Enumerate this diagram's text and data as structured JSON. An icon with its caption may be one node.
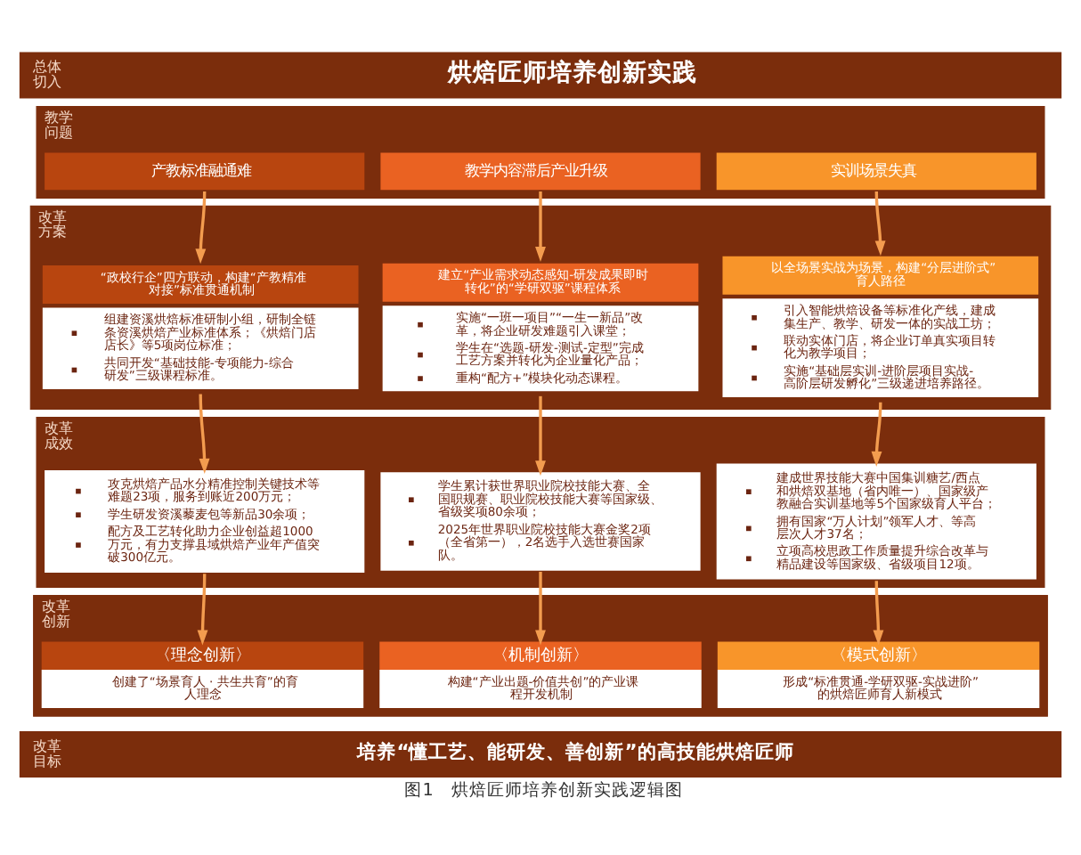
{
  "diagram": {
    "caption": "图1　烘焙匠师培养创新实践逻辑图",
    "nodes": [
      {
        "text": [
          "总体切入",
          "烘焙匠师培养创新实践"
        ]
      },
      {
        "text": [
          "教学问题"
        ]
      },
      {
        "text": [
          "产教标准融通难"
        ],
        "in": 1
      },
      {
        "text": [
          "教学内容滞后产业升级"
        ],
        "in": 1
      },
      {
        "text": [
          "实训场景失真"
        ],
        "in": 1
      },
      {
        "text": [
          "改革方案"
        ]
      },
      {
        "text": [
          "“政校行企”四方联动，构建“产教精准对接”标准贯通机制",
          "组建资溪烘焙标准研制小组，研制全链条资溪烘焙产业标准体系；《烘焙门店店长》等5项岗位标准；",
          "共同开发“基础技能-专项能力-综合研发”三级课程标准。"
        ],
        "in": 5
      },
      {
        "text": [
          "建立“产业需求动态感知-研发成果即时转化”的“学研双驱”课程体系",
          "实施“一班一项目”“一生一新品”改革，将企业研发难题引入课堂；",
          "学生在“选题-研发-测试-定型”完成工艺方案并转化为企业量化产品；",
          "重构“配方+”模块化动态课程。"
        ],
        "in": 5
      },
      {
        "text": [
          "以全场景实战为场景，构建“分层进阶式”育人路径",
          "引入智能烘焙设备等标准化产线，建成集生产、教学、研发一体的实战工坊；",
          "联动实体门店，将企业订单真实项目转化为教学项目；",
          "实施“基础层实训-进阶层项目实战-高阶层研发孵化”三级递进培养路径。"
        ],
        "in": 5
      },
      {
        "text": [
          "改革成效"
        ]
      },
      {
        "text": [
          "攻克烘焙产品水分精准控制关键技术等难题23项，服务到账近200万元；",
          "学生研发资溪藜麦包等新品30余项；",
          "配方及工艺转化助力企业创益超1000万元，有力支撑县域烘焙产业年产值突破300亿元。"
        ],
        "in": 9
      },
      {
        "text": [
          "学生累计获世界职业院校技能大赛、全国职规赛、职业院校技能大赛等国家级、省级奖项80余项；",
          "2025年世界职业院校技能大赛金奖2项（全省第一），2名选手入选世赛国家队。"
        ],
        "in": 9
      },
      {
        "text": [
          "建成世界技能大赛中国集训糖艺/西点和烘焙双基地（省内唯一）、国家级产教融合实训基地等5个国家级育人平台；",
          "拥有国家“万人计划”领军人才、等高层次人才37名；",
          "立项高校思政工作质量提升综合改革与精品建设等国家级、省级项目12项。"
        ],
        "in": 9
      },
      {
        "text": [
          "改革创新"
        ]
      },
      {
        "text": [
          "〈理念创新〉",
          "创建了“场景育人 · 共生共育”的育人理念"
        ],
        "in": 13
      },
      {
        "text": [
          "〈机制创新〉",
          "构建“产业出题-价值共创”的产业课程开发机制"
        ],
        "in": 13
      },
      {
        "text": [
          "〈模式创新〉",
          "形成“标准贯通-学研双驱-实战进阶”的烘焙匠师育人新模式"
        ],
        "in": 13
      },
      {
        "text": [
          "改革目标",
          "培养“懂工艺、能研发、善创新”的高技能烘焙匠师"
        ]
      }
    ],
    "edges": [
      {
        "from": 2,
        "to": 6,
        "arrow": "to"
      },
      {
        "from": 3,
        "to": 7,
        "arrow": "to"
      },
      {
        "from": 4,
        "to": 8,
        "arrow": "to"
      },
      {
        "from": 6,
        "to": 10,
        "arrow": "to"
      },
      {
        "from": 7,
        "to": 11,
        "arrow": "to"
      },
      {
        "from": 8,
        "to": 12,
        "arrow": "to"
      },
      {
        "from": 10,
        "to": 14,
        "arrow": "to"
      },
      {
        "from": 11,
        "to": 15,
        "arrow": "to"
      },
      {
        "from": 12,
        "to": 16,
        "arrow": "to"
      }
    ]
  }
}
